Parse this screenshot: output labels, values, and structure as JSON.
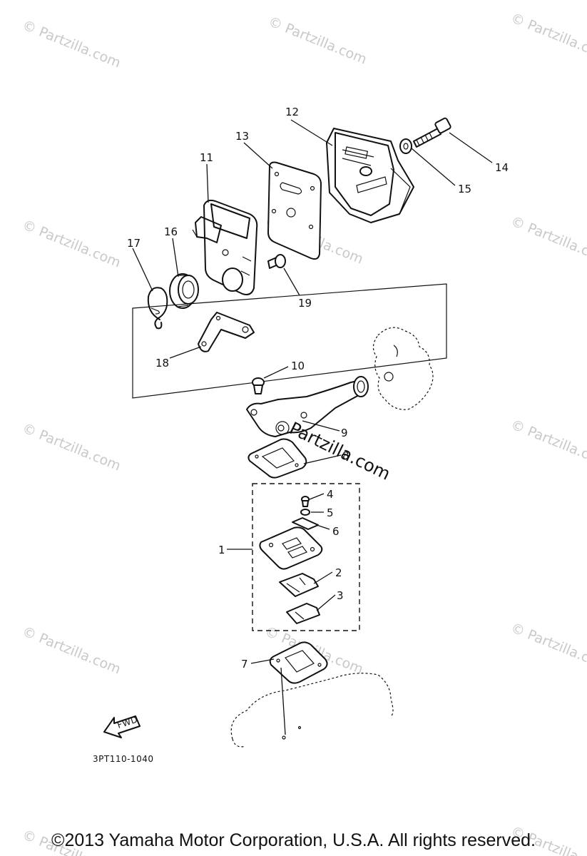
{
  "watermark": {
    "text": "© Partzilla.com",
    "center_text": "Partzilla.com"
  },
  "callouts": [
    "1",
    "2",
    "3",
    "4",
    "5",
    "6",
    "7",
    "8",
    "9",
    "10",
    "11",
    "12",
    "13",
    "14",
    "15",
    "16",
    "17",
    "18",
    "19"
  ],
  "diagram_code": "3PT110-1040",
  "fwd_label": "FWD",
  "copyright": "©2013  Yamaha Motor Corporation, U.S.A. All rights reserved."
}
